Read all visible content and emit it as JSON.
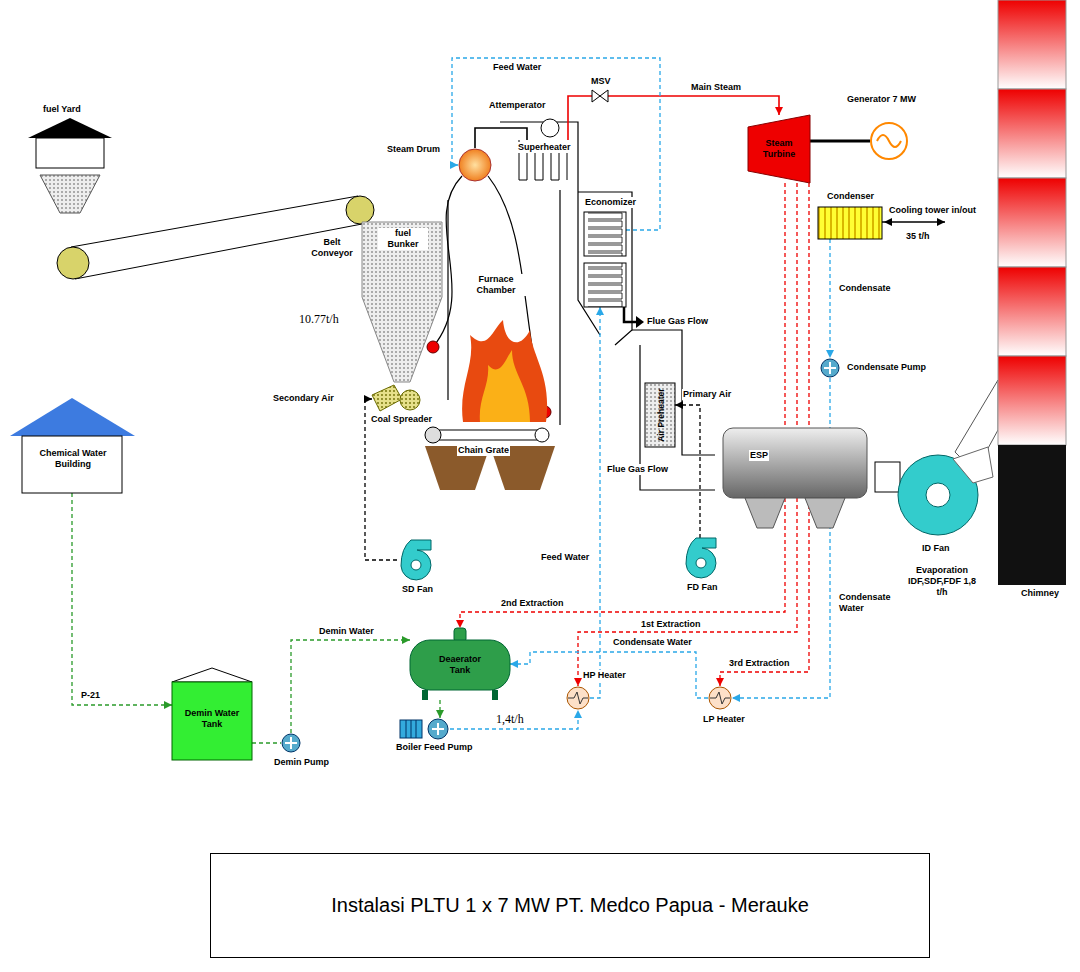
{
  "diagram": {
    "caption": "Instalasi PLTU 1 x 7 MW PT. Medco Papua - Merauke",
    "nodes": [
      {
        "text": [
          "fuel Yard"
        ]
      },
      {
        "text": [
          "Belt Conveyor"
        ]
      },
      {
        "text": [
          "fuel Bunker"
        ]
      },
      {
        "text": [
          "Coal Spreader"
        ]
      },
      {
        "text": [
          "Chain Grate"
        ]
      },
      {
        "text": [
          "Furnace Chamber"
        ]
      },
      {
        "text": [
          "Steam Drum"
        ]
      },
      {
        "text": [
          "Attemperator"
        ]
      },
      {
        "text": [
          "Superheater"
        ]
      },
      {
        "text": [
          "MSV"
        ]
      },
      {
        "text": [
          "Steam Turbine"
        ]
      },
      {
        "text": [
          "Generator 7 MW"
        ]
      },
      {
        "text": [
          "Condenser"
        ]
      },
      {
        "text": [
          "Economizer"
        ]
      },
      {
        "text": [
          "Air Preheater"
        ]
      },
      {
        "text": [
          "ESP"
        ]
      },
      {
        "text": [
          "ID Fan"
        ]
      },
      {
        "text": [
          "Chimney"
        ]
      },
      {
        "text": [
          "SD Fan"
        ]
      },
      {
        "text": [
          "FD Fan"
        ]
      },
      {
        "text": [
          "Condensate Pump"
        ]
      },
      {
        "text": [
          "Chemical Water Building"
        ]
      },
      {
        "text": [
          "Demin Water Tank"
        ]
      },
      {
        "text": [
          "Demin Pump"
        ]
      },
      {
        "text": [
          "Deaerator Tank"
        ]
      },
      {
        "text": [
          "Boiler Feed Pump"
        ]
      },
      {
        "text": [
          "HP Heater"
        ]
      },
      {
        "text": [
          "LP Heater"
        ]
      }
    ],
    "edges": [
      {
        "from": 18,
        "to": 3,
        "label": "Secondary Air",
        "arrow": "to"
      },
      {
        "from": 6,
        "to": 8,
        "arrow": "none"
      },
      {
        "from": 8,
        "to": 9,
        "arrow": "none"
      },
      {
        "from": 9,
        "to": 10,
        "label": "Main Steam",
        "arrow": "to"
      },
      {
        "from": 13,
        "to": 6,
        "label": "Feed Water",
        "arrow": "to"
      },
      {
        "from": 12,
        "to": 20,
        "label": "Condensate",
        "arrow": "to"
      },
      {
        "from": 20,
        "to": 27,
        "label": "Condensate Water",
        "arrow": "to"
      },
      {
        "from": 10,
        "to": 24,
        "label": "2nd Extraction",
        "arrow": "to"
      },
      {
        "from": 10,
        "to": 26,
        "label": "1st Extraction",
        "arrow": "to"
      },
      {
        "from": 10,
        "to": 27,
        "label": "3rd Extraction",
        "arrow": "to"
      },
      {
        "from": 27,
        "to": 24,
        "label": "Condensate Water",
        "arrow": "to"
      },
      {
        "from": 21,
        "to": 22,
        "label": "P-21",
        "arrow": "to"
      },
      {
        "from": 22,
        "to": 23,
        "arrow": "none"
      },
      {
        "from": 23,
        "to": 24,
        "label": "Demin Water",
        "arrow": "to"
      },
      {
        "from": 24,
        "to": 25,
        "arrow": "to"
      },
      {
        "from": 25,
        "to": 26,
        "label": "1,4t/h",
        "arrow": "to"
      },
      {
        "from": 26,
        "to": 13,
        "label": "Feed Water",
        "arrow": "to"
      },
      {
        "from": 19,
        "to": 14,
        "label": "Primary Air",
        "arrow": "to"
      }
    ],
    "labels": [
      "10.77t/h",
      "Flue Gas Flow",
      "Flue Gas Flow",
      "Cooling tower in/out",
      "35 t/h",
      "Evaporation IDF,SDF,FDF 1,8 t/h"
    ]
  }
}
